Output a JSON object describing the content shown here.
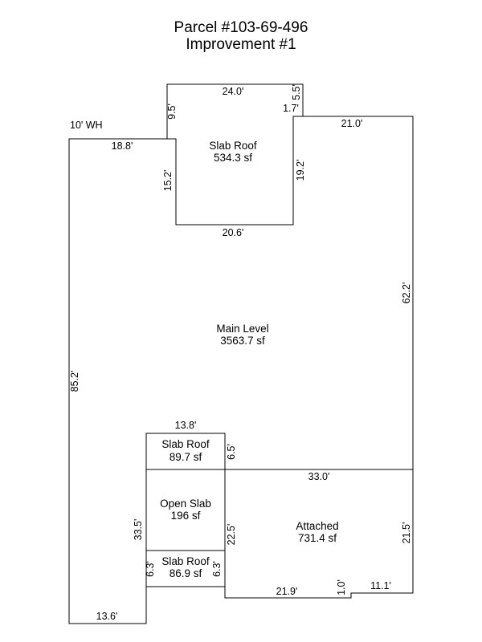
{
  "title": {
    "line1": "Parcel #103-69-496",
    "line2": "Improvement #1"
  },
  "annotations": {
    "water_heater": "10' WH"
  },
  "areas": {
    "slab_roof_top": {
      "name": "Slab Roof",
      "area": "534.3 sf"
    },
    "main_level": {
      "name": "Main Level",
      "area": "3563.7 sf"
    },
    "slab_roof_mid": {
      "name": "Slab Roof",
      "area": "89.7 sf"
    },
    "open_slab": {
      "name": "Open Slab",
      "area": "196 sf"
    },
    "slab_roof_low": {
      "name": "Slab Roof",
      "area": "86.9 sf"
    },
    "attached": {
      "name": "Attached",
      "area": "731.4 sf"
    }
  },
  "dimensions": {
    "top_24_0": "24.0'",
    "top_9_5": "9.5'",
    "top_5_5": "5.5'",
    "top_1_7": "1.7'",
    "top_21_0": "21.0'",
    "left_18_8": "18.8'",
    "slab_15_2": "15.2'",
    "slab_19_2": "19.2'",
    "slab_20_6": "20.6'",
    "right_62_2": "62.2'",
    "left_85_2": "85.2'",
    "mid_13_8": "13.8'",
    "mid_6_5": "6.5'",
    "att_33_0": "33.0'",
    "open_33_5": "33.5'",
    "att_22_5": "22.5'",
    "att_21_5": "21.5'",
    "low_6_3_left": "6.3'",
    "low_6_3_right": "6.3'",
    "att_1_0": "1.0'",
    "att_21_9": "21.9'",
    "att_11_1": "11.1'",
    "bottom_13_6": "13.6'"
  }
}
